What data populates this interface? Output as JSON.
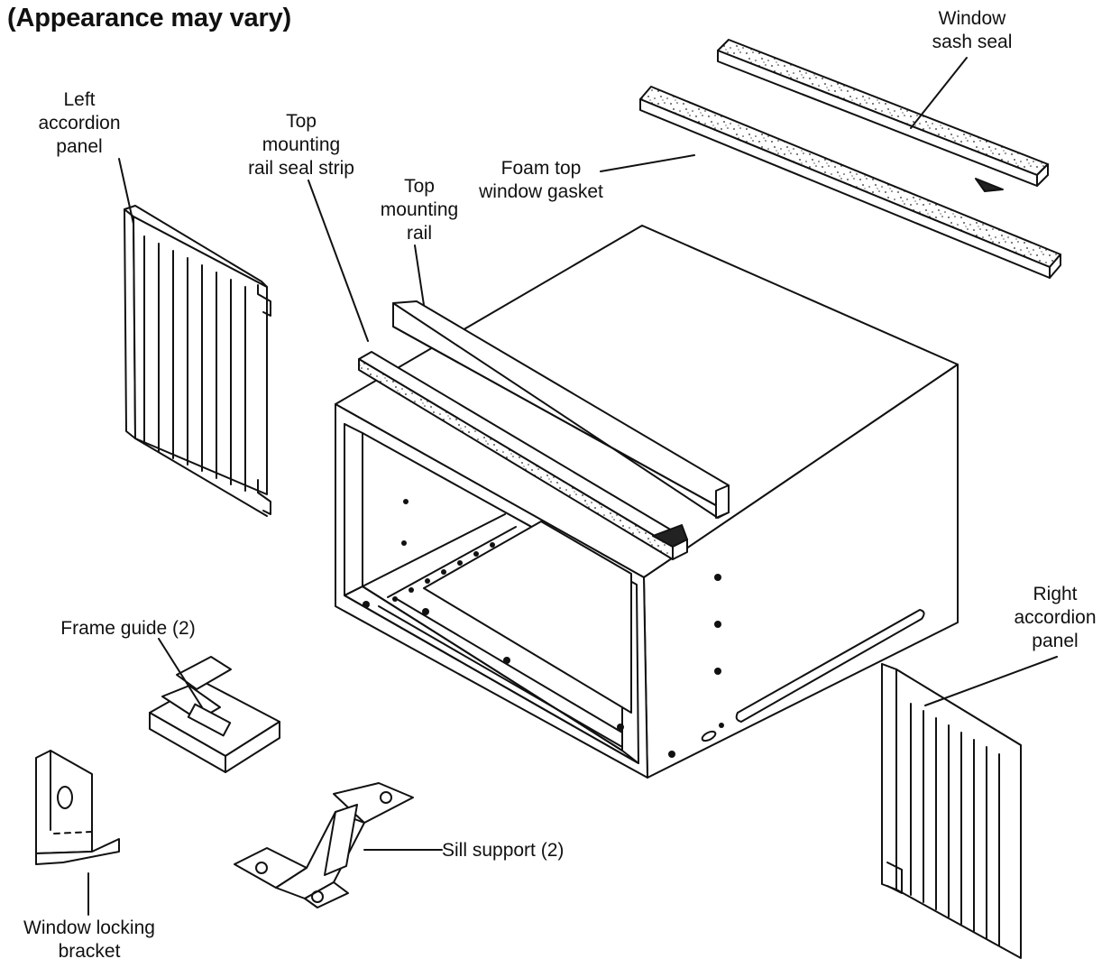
{
  "heading": "(Appearance may vary)",
  "labels": {
    "window_sash_seal": [
      "Window",
      "sash seal"
    ],
    "left_accordion_panel": [
      "Left",
      "accordion",
      "panel"
    ],
    "top_mounting_rail_seal_strip": [
      "Top",
      "mounting",
      "rail seal strip"
    ],
    "top_mounting_rail": [
      "Top",
      "mounting",
      "rail"
    ],
    "foam_top_window_gasket": [
      "Foam top",
      "window gasket"
    ],
    "right_accordion_panel": [
      "Right",
      "accordion",
      "panel"
    ],
    "frame_guide": [
      "Frame guide (2)"
    ],
    "sill_support": [
      "Sill support (2)"
    ],
    "window_locking_bracket": [
      "Window locking",
      "bracket"
    ]
  }
}
